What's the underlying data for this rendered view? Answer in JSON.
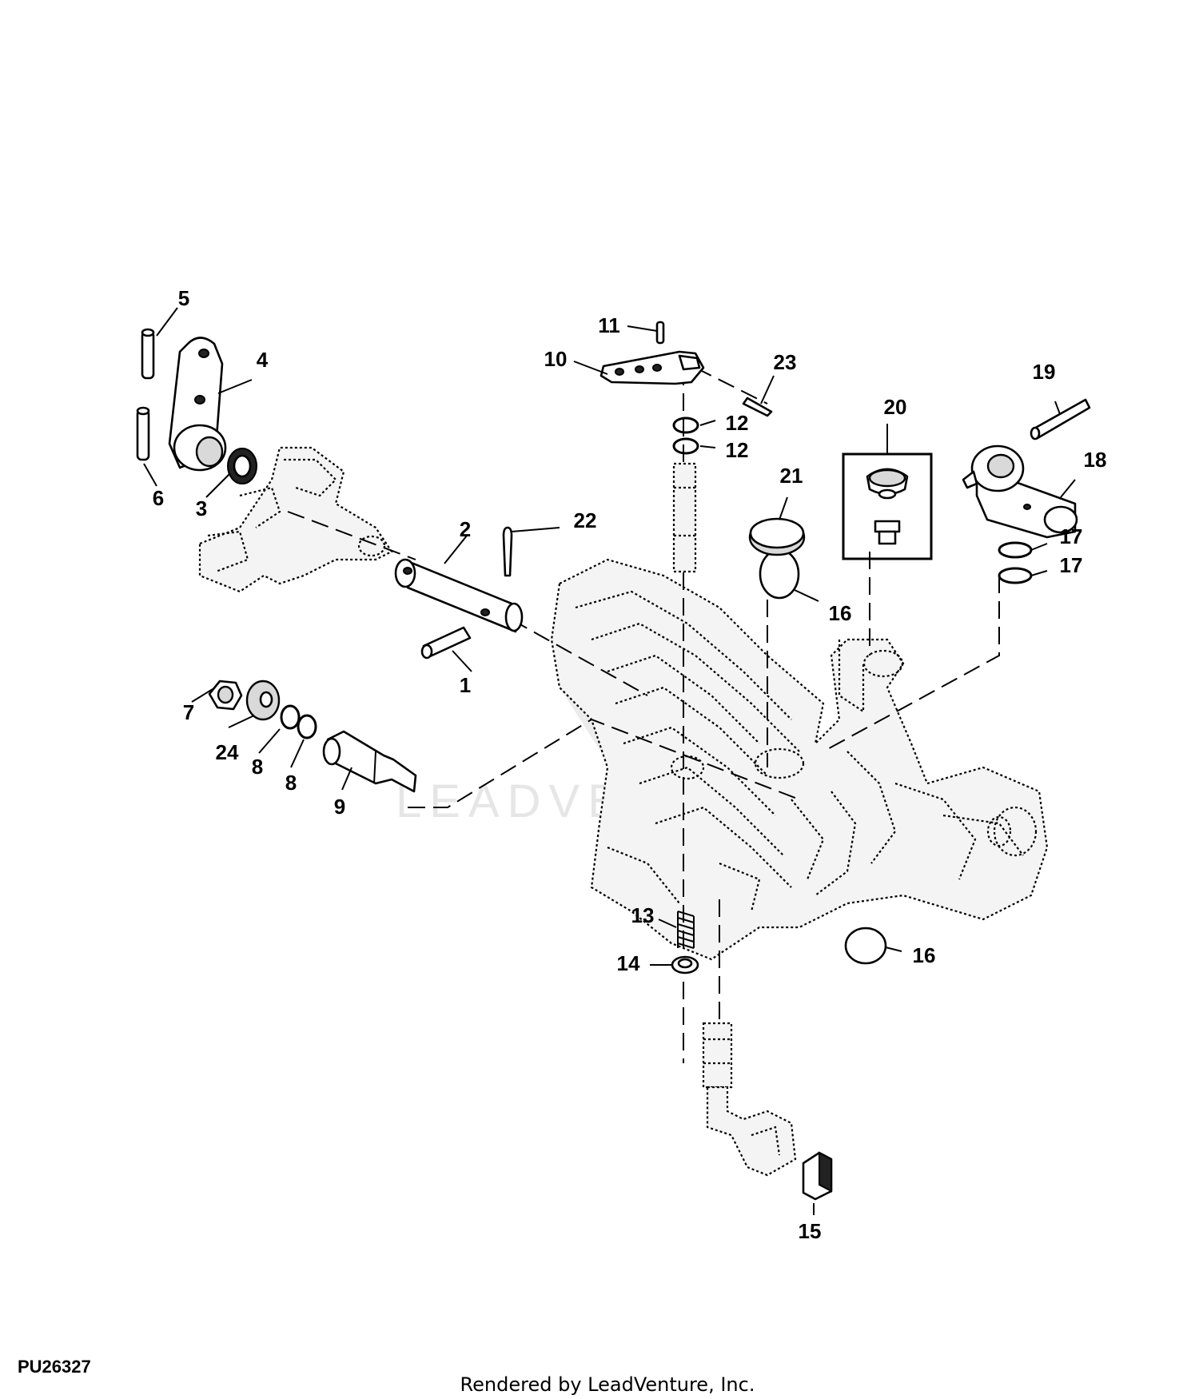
{
  "diagram_code": "PU26327",
  "footer_credit": "Rendered by LeadVenture, Inc.",
  "watermark": "LEADVENTURE",
  "callouts": [
    {
      "id": "c1",
      "text": "1"
    },
    {
      "id": "c2",
      "text": "2"
    },
    {
      "id": "c3",
      "text": "3"
    },
    {
      "id": "c4",
      "text": "4"
    },
    {
      "id": "c5",
      "text": "5"
    },
    {
      "id": "c6",
      "text": "6"
    },
    {
      "id": "c7",
      "text": "7"
    },
    {
      "id": "c8a",
      "text": "8"
    },
    {
      "id": "c8b",
      "text": "8"
    },
    {
      "id": "c9",
      "text": "9"
    },
    {
      "id": "c10",
      "text": "10"
    },
    {
      "id": "c11",
      "text": "11"
    },
    {
      "id": "c12a",
      "text": "12"
    },
    {
      "id": "c12b",
      "text": "12"
    },
    {
      "id": "c13",
      "text": "13"
    },
    {
      "id": "c14",
      "text": "14"
    },
    {
      "id": "c15",
      "text": "15"
    },
    {
      "id": "c16a",
      "text": "16"
    },
    {
      "id": "c16b",
      "text": "16"
    },
    {
      "id": "c17a",
      "text": "17"
    },
    {
      "id": "c17b",
      "text": "17"
    },
    {
      "id": "c18",
      "text": "18"
    },
    {
      "id": "c19",
      "text": "19"
    },
    {
      "id": "c20",
      "text": "20"
    },
    {
      "id": "c21",
      "text": "21"
    },
    {
      "id": "c22",
      "text": "22"
    },
    {
      "id": "c23",
      "text": "23"
    },
    {
      "id": "c24",
      "text": "24"
    }
  ]
}
